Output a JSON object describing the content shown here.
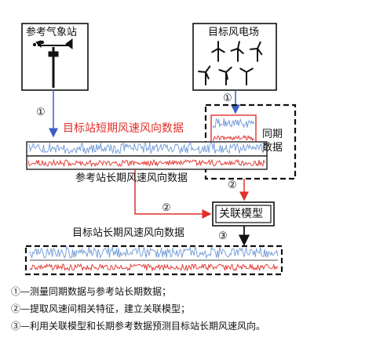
{
  "reference_station": {
    "label": "参考气象站"
  },
  "wind_farm": {
    "label": "目标风电场"
  },
  "steps": {
    "one": "①",
    "two": "②",
    "three": "③"
  },
  "target_short_term": {
    "label": "目标站短期风速风向数据"
  },
  "concurrent": {
    "label_line1": "同期",
    "label_line2": "数据"
  },
  "reference_long_term": {
    "label": "参考站长期风速风向数据"
  },
  "correlation_model": {
    "label": "关联模型"
  },
  "target_long_term": {
    "label": "目标站长期风速风向数据"
  },
  "legend": [
    "①—测量同期数据与参考站长期数据；",
    "②—提取风速间相关特征，建立关联模型；",
    "③—利用关联模型和长期参考数据预测目标站长期风速风向。"
  ],
  "colors": {
    "wind_speed_trace": "#6f9ad8",
    "wind_direction_trace": "#e1302a",
    "arrow_blue": "#3d5fc4",
    "arrow_red": "#e1302a"
  }
}
